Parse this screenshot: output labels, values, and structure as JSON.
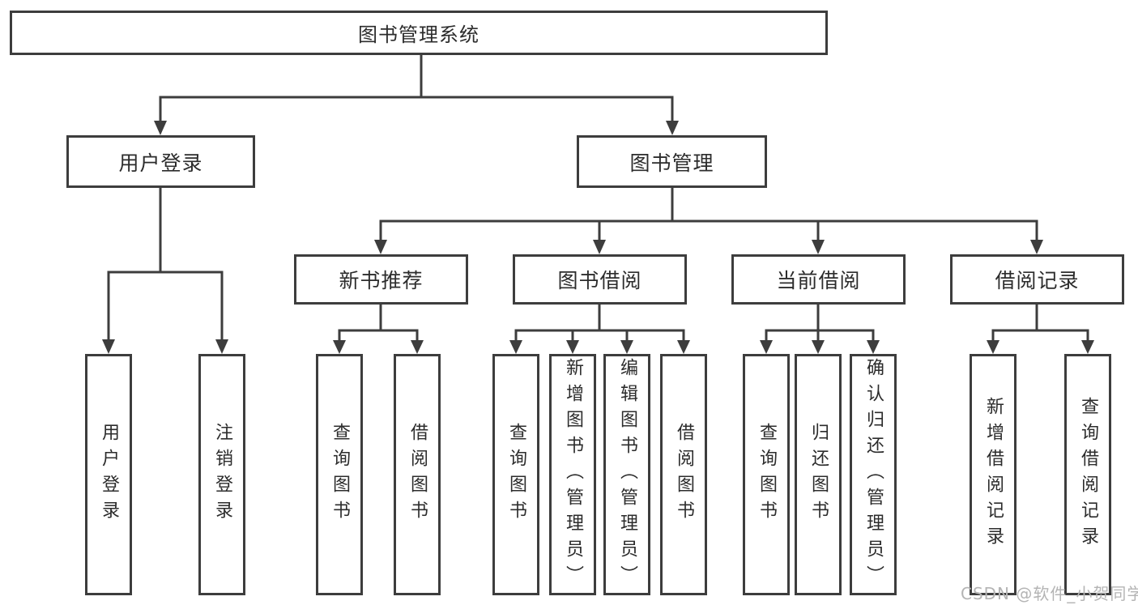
{
  "tree": {
    "label": "图书管理系统",
    "children": [
      {
        "label": "用户登录",
        "children": [
          {
            "label": "用户登录"
          },
          {
            "label": "注销登录"
          }
        ]
      },
      {
        "label": "图书管理",
        "children": [
          {
            "label": "新书推荐",
            "children": [
              {
                "label": "查询图书"
              },
              {
                "label": "借阅图书"
              }
            ]
          },
          {
            "label": "图书借阅",
            "children": [
              {
                "label": "查询图书"
              },
              {
                "label": "新增图书（管理员）"
              },
              {
                "label": "编辑图书（管理员）"
              },
              {
                "label": "借阅图书"
              }
            ]
          },
          {
            "label": "当前借阅",
            "children": [
              {
                "label": "查询图书"
              },
              {
                "label": "归还图书"
              },
              {
                "label": "确认归还（管理员）"
              }
            ]
          },
          {
            "label": "借阅记录",
            "children": [
              {
                "label": "新增借阅记录"
              },
              {
                "label": "查询借阅记录"
              }
            ]
          }
        ]
      }
    ]
  },
  "watermark": {
    "text": "CSDN @软件_小贺同学",
    "color": "#b4b4b4"
  },
  "colors": {
    "line": "#3d3d3d",
    "text": "#2c2c2c",
    "background": "#ffffff"
  }
}
